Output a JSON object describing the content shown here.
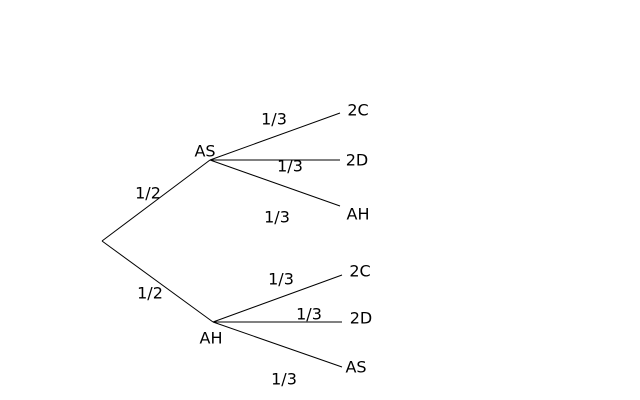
{
  "tree": {
    "first_level": [
      {
        "node": "AS",
        "probability": "1/2",
        "children": [
          {
            "node": "2C",
            "probability": "1/3"
          },
          {
            "node": "2D",
            "probability": "1/3"
          },
          {
            "node": "AH",
            "probability": "1/3"
          }
        ]
      },
      {
        "node": "AH",
        "probability": "1/2",
        "children": [
          {
            "node": "2C",
            "probability": "1/3"
          },
          {
            "node": "2D",
            "probability": "1/3"
          },
          {
            "node": "AS",
            "probability": "1/3"
          }
        ]
      }
    ]
  }
}
